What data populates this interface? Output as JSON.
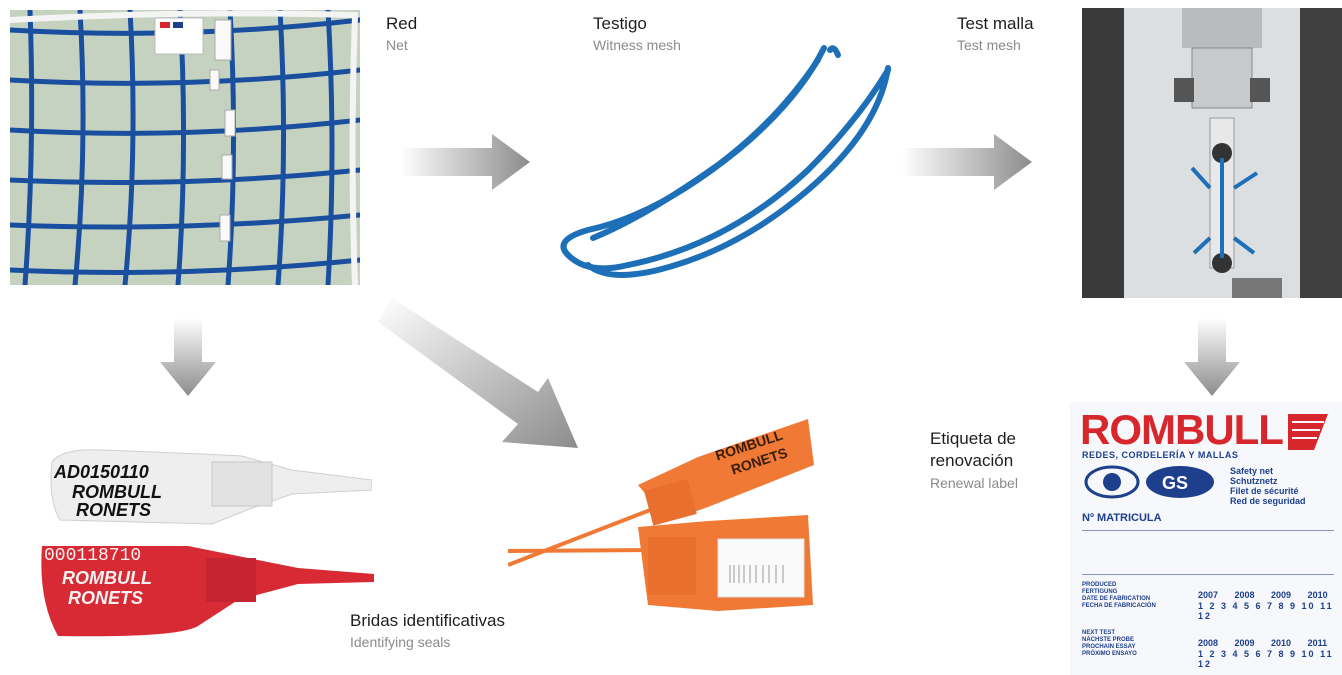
{
  "steps": {
    "net": {
      "es": "Red",
      "en": "Net"
    },
    "witness": {
      "es": "Testigo",
      "en": "Witness mesh"
    },
    "test": {
      "es": "Test malla",
      "en": "Test mesh"
    },
    "seals": {
      "es": "Bridas identificativas",
      "en": "Identifying seals"
    },
    "renewal": {
      "es_line1": "Etiqueta de",
      "es_line2": "renovación",
      "en": "Renewal label"
    }
  },
  "seal_tags": {
    "white": {
      "code": "AD0150110",
      "line1": "ROMBULL",
      "line2": "RONETS"
    },
    "red": {
      "code": "000118710",
      "line1": "ROMBULL",
      "line2": "RONETS"
    },
    "orange": {
      "line1": "ROMBULL",
      "line2": "RONETS"
    }
  },
  "label": {
    "brand": "ROMBULL",
    "subtitle": "REDES, CORDELERÍA Y MALLAS",
    "languages": [
      "Safety net",
      "Schutznetz",
      "Filet de sécurité",
      "Red de seguridad"
    ],
    "matricula": "Nº MATRICULA",
    "produced_caption": [
      "PRODUCED",
      "FERTIGUNG",
      "DATE DE FABRICATION",
      "FECHA DE FABRICACIÓN"
    ],
    "produced_years": "2007 2008 2009 2010",
    "produced_months": "1 2 3 4 5 6 7 8 9 10 11 12",
    "next_caption": [
      "NEXT TEST",
      "NÄCHSTE PROBE",
      "PROCHAIN ESSAY",
      "PRÓXIMO ENSAYO"
    ],
    "next_years": "2008 2009 2010 2011",
    "next_months": "1 2 3 4 5 6 7 8 9 10 11 12"
  },
  "colors": {
    "arrow": "#8c8c8c",
    "net_rope": "#1a4fa0",
    "witness_rope": "#1d6fb8",
    "seal_white": "#eeeeee",
    "seal_red": "#d82a34",
    "seal_orange": "#f07a35",
    "brand_red": "#d7262c",
    "label_blue": "#1d3f8c"
  }
}
